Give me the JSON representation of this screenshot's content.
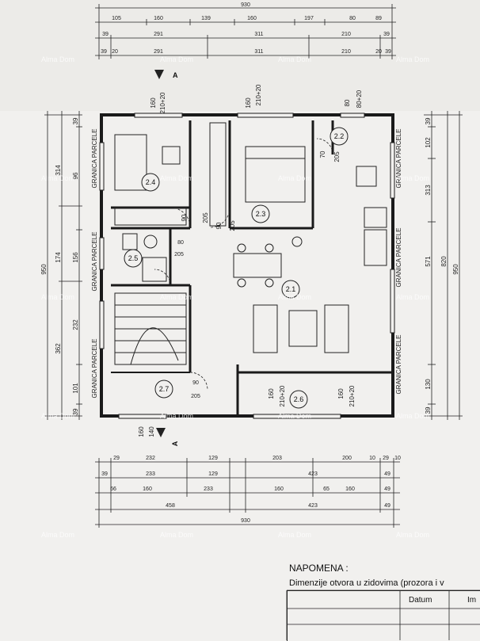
{
  "dims": {
    "top_row1": [
      "930"
    ],
    "top_row2": [
      "105",
      "160",
      "139",
      "160",
      "197",
      "80",
      "89"
    ],
    "top_row3": [
      "39",
      "291",
      "311",
      "210",
      "39"
    ],
    "top_row4": [
      "39",
      "20",
      "291",
      "311",
      "210",
      "20",
      "39"
    ],
    "bottom_row1": [
      "29",
      "232",
      "129",
      "203",
      "200",
      "10",
      "29",
      "10"
    ],
    "bottom_row2": [
      "39",
      "233",
      "129",
      "423",
      "49"
    ],
    "bottom_row3": [
      "66",
      "160",
      "233",
      "160",
      "65",
      "160",
      "49"
    ],
    "bottom_row4": [
      "458",
      "423",
      "49"
    ],
    "bottom_row5": [
      "930"
    ],
    "left_outer": [
      "950"
    ],
    "left_mid": [
      "314",
      "174",
      "362"
    ],
    "left_inner": [
      "39",
      "96",
      "156",
      "232",
      "101",
      "39"
    ],
    "right_inner": [
      "39",
      "102",
      "313",
      "571",
      "130",
      "39"
    ],
    "right_outer": [
      "820",
      "950"
    ],
    "openings": [
      "160",
      "210+20",
      "160",
      "210+20",
      "80",
      "80+20",
      "70",
      "205",
      "90",
      "205",
      "90",
      "205",
      "80",
      "205",
      "90",
      "205",
      "160",
      "210+20",
      "160",
      "210+20",
      "160",
      "140"
    ]
  },
  "rooms": [
    "2.1",
    "2.2",
    "2.3",
    "2.4",
    "2.5",
    "2.6",
    "2.7"
  ],
  "labels": {
    "parcel": "GRANICA PARCELE",
    "section": "A"
  },
  "watermark": "Alma Dom",
  "note": {
    "title": "NAPOMENA :",
    "text": "Dimenzije otvora u zidovima (prozora i v",
    "col_datum": "Datum",
    "col_im": "Im"
  }
}
